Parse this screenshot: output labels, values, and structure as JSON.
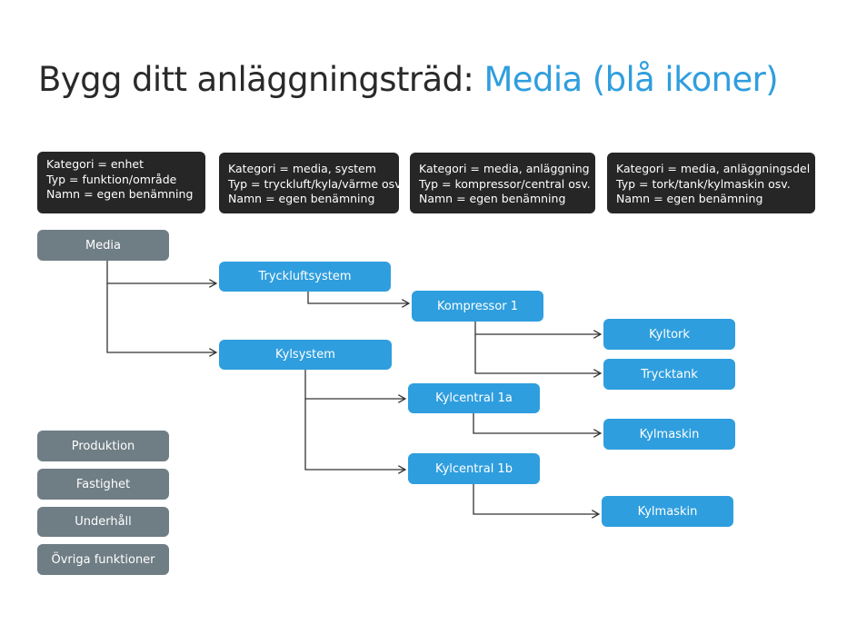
{
  "title": {
    "main": "Bygg ditt anläggningsträd:",
    "highlight": "Media (blå ikoner)"
  },
  "legends": [
    {
      "lines": [
        "Kategori = enhet",
        "Typ =  funktion/område",
        "Namn = egen benämning"
      ]
    },
    {
      "lines": [
        "Kategori = media, system",
        "Typ =  tryckluft/kyla/värme osv.",
        "Namn = egen benämning"
      ]
    },
    {
      "lines": [
        "Kategori = media, anläggning",
        "Typ =  kompressor/central osv.",
        "Namn = egen benämning"
      ]
    },
    {
      "lines": [
        "Kategori = media, anläggningsdel",
        "Typ =  tork/tank/kylmaskin osv.",
        "Namn = egen benämning"
      ]
    }
  ],
  "nodes": {
    "media": "Media",
    "tryckluftsystem": "Tryckluftsystem",
    "kylsystem": "Kylsystem",
    "kompressor1": "Kompressor 1",
    "kylcentral1a": "Kylcentral 1a",
    "kylcentral1b": "Kylcentral 1b",
    "kyltork": "Kyltork",
    "trycktank": "Trycktank",
    "kylmaskin1": "Kylmaskin",
    "kylmaskin2": "Kylmaskin"
  },
  "units": [
    "Produktion",
    "Fastighet",
    "Underhåll",
    "Övriga funktioner"
  ],
  "colors": {
    "media_blue": "#2f9ede",
    "unit_gray": "#6f7d85",
    "legend_dark": "#262626",
    "connector": "#333333"
  }
}
